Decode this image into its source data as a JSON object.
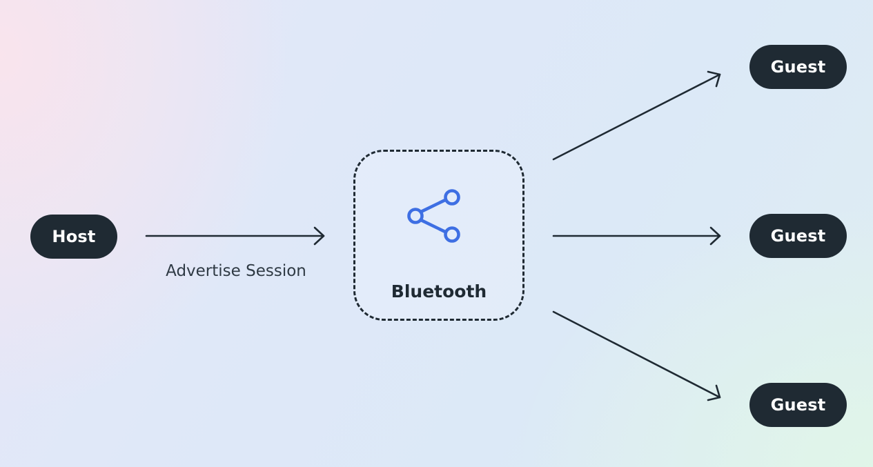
{
  "diagram": {
    "host": {
      "label": "Host"
    },
    "edge": {
      "label": "Advertise Session"
    },
    "hub": {
      "label": "Bluetooth",
      "icon": "share-icon",
      "icon_color": "#3e6fe3"
    },
    "guests": [
      {
        "label": "Guest"
      },
      {
        "label": "Guest"
      },
      {
        "label": "Guest"
      }
    ],
    "colors": {
      "node_fill": "#1f2a33",
      "node_text": "#ffffff",
      "line": "#1f2a33"
    }
  }
}
